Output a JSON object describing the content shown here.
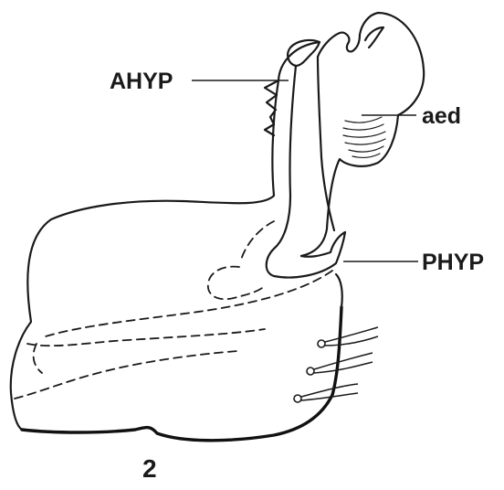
{
  "labels": {
    "ahyp": "AHYP",
    "aed": "aed",
    "phyp": "PHYP"
  },
  "figure_number": "2"
}
